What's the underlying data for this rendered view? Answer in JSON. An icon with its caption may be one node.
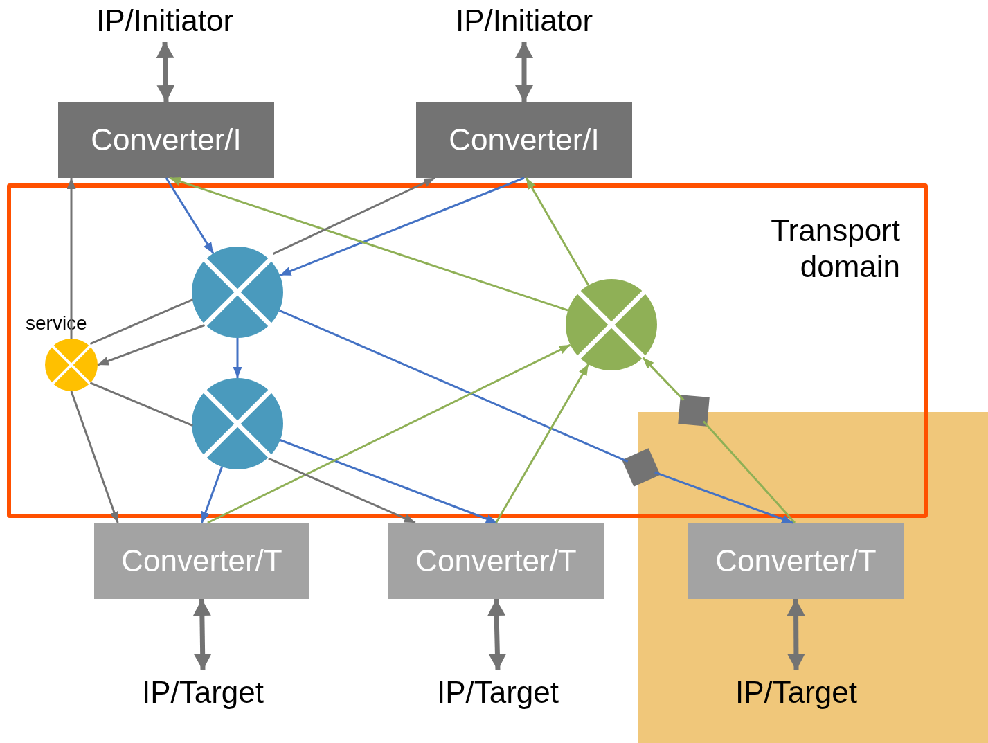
{
  "diagram": {
    "nodes": [
      {
        "text": [
          "IP/Initiator"
        ]
      },
      {
        "text": [
          "IP/Initiator"
        ]
      },
      {
        "text": [
          "Converter/I"
        ]
      },
      {
        "text": [
          "Converter/I"
        ]
      },
      {
        "text": [
          "Transport domain"
        ]
      },
      {
        "text": [
          "service"
        ],
        "in": 4
      },
      {
        "text": [],
        "shape": "circle",
        "in": 4
      },
      {
        "text": [],
        "shape": "circle",
        "in": 4
      },
      {
        "text": [],
        "shape": "circle",
        "in": 4
      },
      {
        "text": [],
        "shape": "diamond",
        "in": 4
      },
      {
        "text": [],
        "shape": "diamond",
        "in": 4
      },
      {
        "text": [],
        "shape": "box"
      },
      {
        "text": [
          "Converter/T"
        ]
      },
      {
        "text": [
          "Converter/T"
        ]
      },
      {
        "text": [
          "Converter/T"
        ],
        "in": 11
      },
      {
        "text": [
          "IP/Target"
        ]
      },
      {
        "text": [
          "IP/Target"
        ]
      },
      {
        "text": [
          "IP/Target"
        ],
        "in": 11
      }
    ],
    "edges": [
      {
        "from": 0,
        "to": 2,
        "arrow": "both",
        "style": "thick"
      },
      {
        "from": 1,
        "to": 3,
        "arrow": "both",
        "style": "thick"
      },
      {
        "from": 2,
        "to": 6,
        "arrow": "to",
        "color": "#4472c4"
      },
      {
        "from": 3,
        "to": 6,
        "arrow": "to",
        "color": "#4472c4"
      },
      {
        "from": 6,
        "to": 7,
        "arrow": "to",
        "color": "#4472c4"
      },
      {
        "from": 7,
        "to": 12,
        "arrow": "to",
        "color": "#4472c4"
      },
      {
        "from": 7,
        "to": 13,
        "arrow": "to",
        "color": "#4472c4"
      },
      {
        "from": 6,
        "to": 9,
        "arrow": "none",
        "color": "#4472c4"
      },
      {
        "from": 9,
        "to": 14,
        "arrow": "to",
        "color": "#4472c4"
      },
      {
        "from": 8,
        "to": 2,
        "arrow": "to",
        "color": "#8fb056"
      },
      {
        "from": 8,
        "to": 3,
        "arrow": "to",
        "color": "#8fb056"
      },
      {
        "from": 12,
        "to": 8,
        "arrow": "to",
        "color": "#8fb056"
      },
      {
        "from": 13,
        "to": 8,
        "arrow": "to",
        "color": "#8fb056"
      },
      {
        "from": 14,
        "to": 10,
        "arrow": "none",
        "color": "#8fb056"
      },
      {
        "from": 10,
        "to": 8,
        "arrow": "to",
        "color": "#8fb056"
      },
      {
        "from": 5,
        "to": 2,
        "arrow": "to"
      },
      {
        "from": 6,
        "to": 5,
        "arrow": "none"
      },
      {
        "from": 6,
        "to": 5,
        "arrow": "to"
      },
      {
        "from": 5,
        "to": 7,
        "arrow": "none"
      },
      {
        "from": 5,
        "to": 12,
        "arrow": "to"
      },
      {
        "from": 6,
        "to": 3,
        "arrow": "to"
      },
      {
        "from": 7,
        "to": 13,
        "arrow": "to"
      },
      {
        "from": 12,
        "to": 15,
        "arrow": "both",
        "style": "thick"
      },
      {
        "from": 13,
        "to": 16,
        "arrow": "both",
        "style": "thick"
      },
      {
        "from": 14,
        "to": 17,
        "arrow": "both",
        "style": "thick"
      }
    ]
  }
}
